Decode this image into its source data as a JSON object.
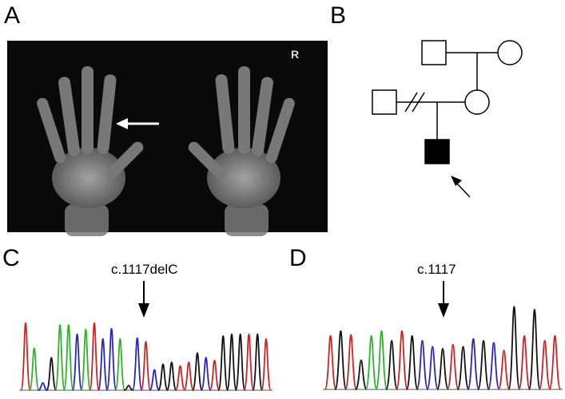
{
  "panels": {
    "a": {
      "letter": "A",
      "side_marker": "R"
    },
    "b": {
      "letter": "B"
    },
    "c": {
      "letter": "C",
      "mutation_label": "c.1117delC"
    },
    "d": {
      "letter": "D",
      "mutation_label": "c.1117"
    }
  },
  "colors": {
    "base_A": "#2ab52a",
    "base_C": "#2424c8",
    "base_G": "#111111",
    "base_T": "#d42020",
    "proband_fill": "#000000",
    "xray_bg": "#0a0a0a"
  },
  "chromatogram_c": {
    "peaks": [
      [
        "T",
        0.72
      ],
      [
        "A",
        0.45
      ],
      [
        "C",
        0.08
      ],
      [
        "G",
        0.35
      ],
      [
        "A",
        0.7
      ],
      [
        "A",
        0.7
      ],
      [
        "C",
        0.6
      ],
      [
        "A",
        0.65
      ],
      [
        "T",
        0.72
      ],
      [
        "C",
        0.55
      ],
      [
        "C",
        0.66
      ],
      [
        "A",
        0.55
      ],
      [
        "G",
        0.05
      ],
      [
        "C",
        0.56
      ],
      [
        "T",
        0.52
      ],
      [
        "C",
        0.22
      ],
      [
        "G",
        0.28
      ],
      [
        "G",
        0.3
      ],
      [
        "T",
        0.26
      ],
      [
        "T",
        0.3
      ],
      [
        "G",
        0.4
      ],
      [
        "C",
        0.35
      ],
      [
        "T",
        0.32
      ],
      [
        "G",
        0.58
      ],
      [
        "G",
        0.6
      ],
      [
        "G",
        0.6
      ],
      [
        "T",
        0.6
      ],
      [
        "G",
        0.6
      ],
      [
        "T",
        0.55
      ]
    ]
  },
  "chromatogram_d": {
    "peaks": [
      [
        "T",
        0.55
      ],
      [
        "G",
        0.6
      ],
      [
        "T",
        0.56
      ],
      [
        "G",
        0.3
      ],
      [
        "A",
        0.55
      ],
      [
        "A",
        0.6
      ],
      [
        "G",
        0.5
      ],
      [
        "T",
        0.6
      ],
      [
        "G",
        0.55
      ],
      [
        "C",
        0.5
      ],
      [
        "C",
        0.44
      ],
      [
        "G",
        0.42
      ],
      [
        "T",
        0.46
      ],
      [
        "G",
        0.44
      ],
      [
        "C",
        0.52
      ],
      [
        "G",
        0.5
      ],
      [
        "C",
        0.48
      ],
      [
        "T",
        0.4
      ],
      [
        "G",
        0.85
      ],
      [
        "T",
        0.55
      ],
      [
        "G",
        0.82
      ],
      [
        "T",
        0.5
      ],
      [
        "T",
        0.55
      ]
    ]
  }
}
